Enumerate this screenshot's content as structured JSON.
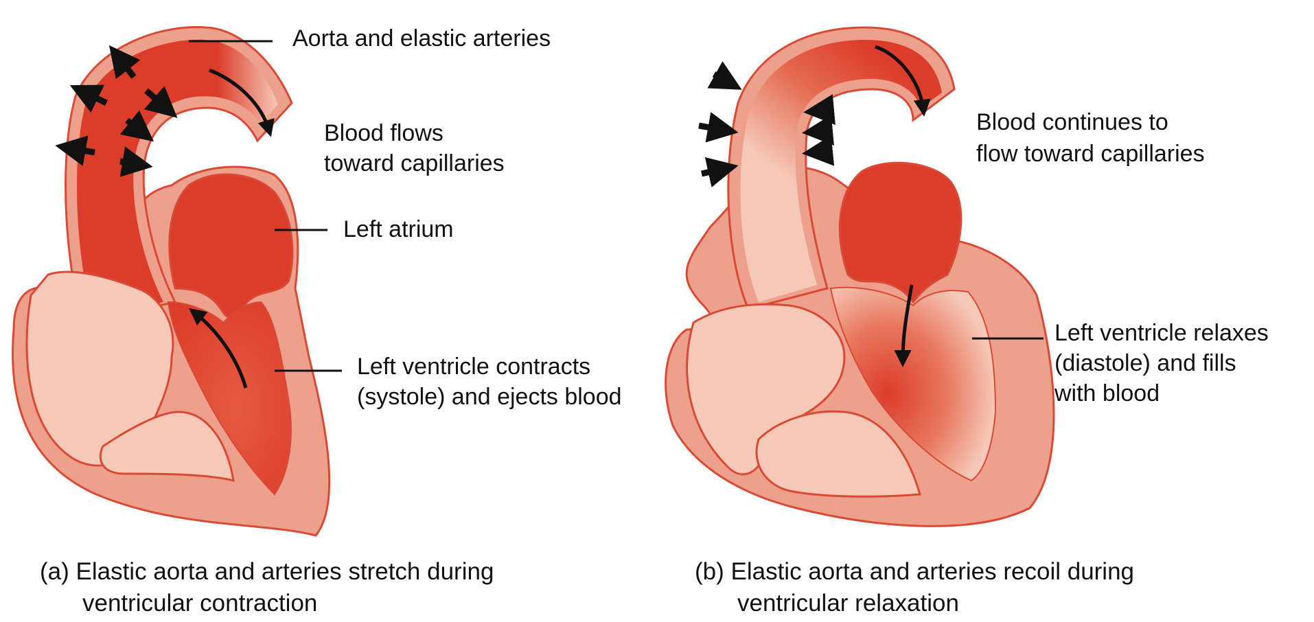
{
  "panel_a": {
    "labels": {
      "aorta": "Aorta and elastic arteries",
      "flow_line1": "Blood flows",
      "flow_line2": "toward capillaries",
      "atrium": "Left atrium",
      "ventricle_line1": "Left ventricle contracts",
      "ventricle_line2": "(systole) and ejects blood"
    },
    "caption_line1": "(a) Elastic aorta and arteries stretch during",
    "caption_line2": "ventricular contraction"
  },
  "panel_b": {
    "labels": {
      "flow_line1": "Blood continues to",
      "flow_line2": "flow toward capillaries",
      "ventricle_line1": "Left ventricle relaxes",
      "ventricle_line2": "(diastole) and fills",
      "ventricle_line3": "with blood"
    },
    "caption_line1": "(b) Elastic aorta and arteries recoil during",
    "caption_line2": "ventricular relaxation"
  },
  "colors": {
    "blood": "#dc3c2a",
    "wall": "#eda08c",
    "light_chamber": "#f6c8b8",
    "outline": "#d94a36",
    "arrow": "#111111"
  }
}
